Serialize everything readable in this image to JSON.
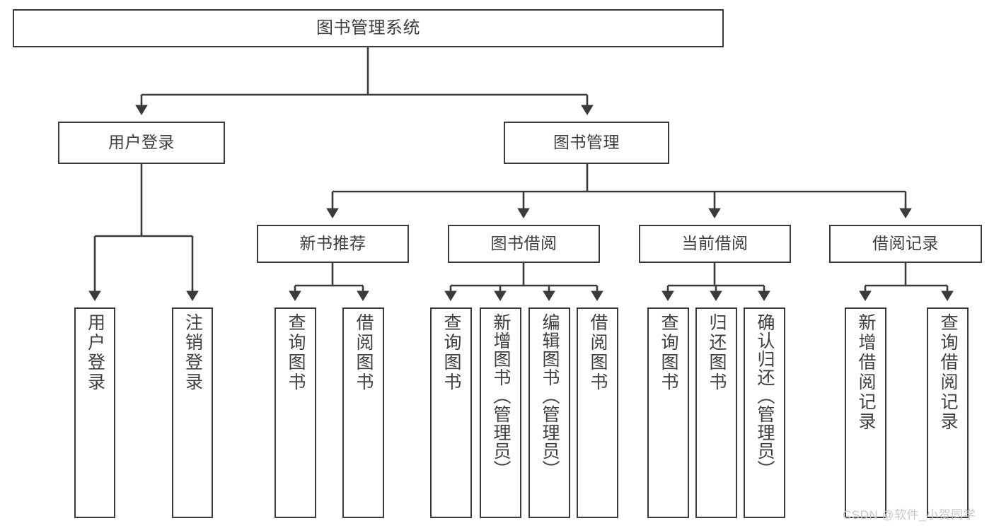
{
  "diagram": {
    "title": "图书管理系统",
    "type": "tree",
    "stroke_color": "#3a3a3a",
    "text_color": "#3f3f3f",
    "background_color": "#ffffff",
    "root": {
      "id": "root",
      "label": "图书管理系统"
    },
    "level1": [
      {
        "id": "user-login",
        "label": "用户登录"
      },
      {
        "id": "book-management",
        "label": "图书管理"
      }
    ],
    "level2": [
      {
        "id": "new-book-recommend",
        "label": "新书推荐",
        "parent": "book-management"
      },
      {
        "id": "book-borrow",
        "label": "图书借阅",
        "parent": "book-management"
      },
      {
        "id": "current-borrow",
        "label": "当前借阅",
        "parent": "book-management"
      },
      {
        "id": "borrow-record",
        "label": "借阅记录",
        "parent": "book-management"
      }
    ],
    "leaves": {
      "user_login": [
        {
          "id": "leaf-user-login",
          "label": "用户登录"
        },
        {
          "id": "leaf-user-logout",
          "label": "注销登录"
        }
      ],
      "new_book_recommend": [
        {
          "id": "leaf-query-book-1",
          "label": "查询图书"
        },
        {
          "id": "leaf-borrow-book-1",
          "label": "借阅图书"
        }
      ],
      "book_borrow": [
        {
          "id": "leaf-query-book-2",
          "label": "查询图书"
        },
        {
          "id": "leaf-add-book",
          "label": "新增图书（管理员）"
        },
        {
          "id": "leaf-edit-book",
          "label": "编辑图书（管理员）"
        },
        {
          "id": "leaf-borrow-book-2",
          "label": "借阅图书"
        }
      ],
      "current_borrow": [
        {
          "id": "leaf-query-book-3",
          "label": "查询图书"
        },
        {
          "id": "leaf-return-book",
          "label": "归还图书"
        },
        {
          "id": "leaf-confirm-return",
          "label": "确认归还（管理员）"
        }
      ],
      "borrow_record": [
        {
          "id": "leaf-add-record",
          "label": "新增借阅记录"
        },
        {
          "id": "leaf-query-record",
          "label": "查询借阅记录"
        }
      ]
    }
  },
  "watermark": {
    "text": "CSDN @软件_小贺同学"
  }
}
